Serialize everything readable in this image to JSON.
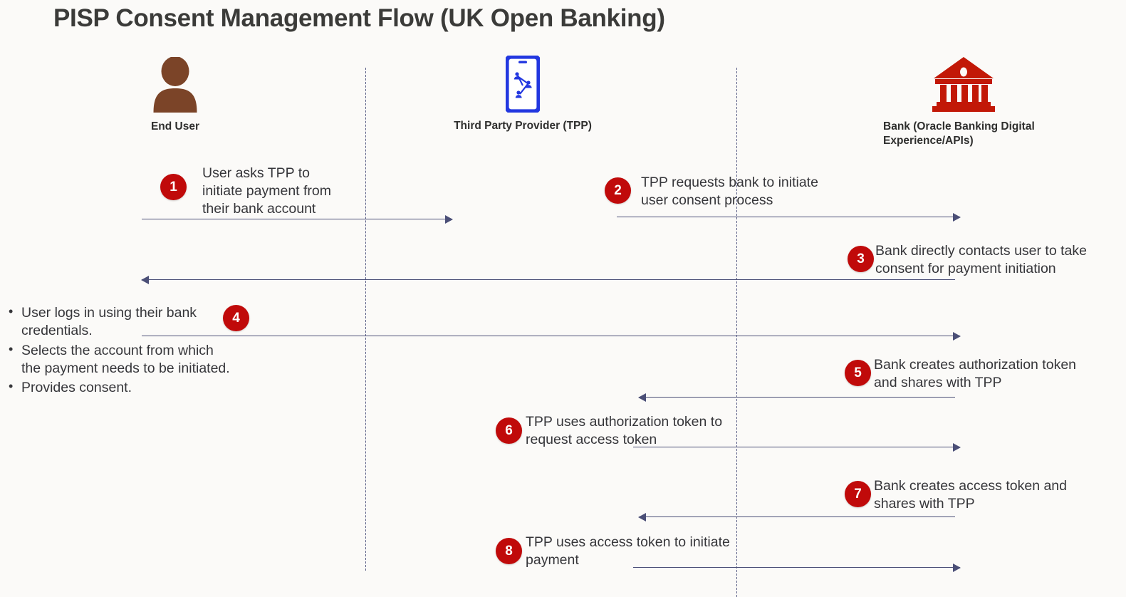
{
  "diagram": {
    "title": "PISP Consent Management Flow (UK Open Banking)",
    "type": "sequence-diagram",
    "colors": {
      "background": "#FBFAF8",
      "badge": "#C00A0A",
      "badge_text": "#FFFFFF",
      "arrow": "#4B4F77",
      "lifeline": "#5A5E86",
      "user_icon": "#7B4428",
      "tpp_icon": "#2237E0",
      "bank_icon": "#C21807",
      "text": "#36363A",
      "title_text": "#3B3B39"
    },
    "actors": [
      {
        "id": "end-user",
        "label": "End User",
        "icon": "user-icon"
      },
      {
        "id": "tpp",
        "label": "Third Party\nProvider (TPP)",
        "icon": "mobile-network-icon"
      },
      {
        "id": "bank",
        "label": "Bank (Oracle Banking Digital\nExperience/APIs)",
        "icon": "bank-icon"
      }
    ],
    "steps": [
      {
        "number": "1",
        "text": "User asks TPP to\ninitiate payment from\ntheir bank account",
        "from": "end-user",
        "to": "tpp",
        "direction": "right"
      },
      {
        "number": "2",
        "text": "TPP requests bank to initiate\nuser consent process",
        "from": "tpp",
        "to": "bank",
        "direction": "right"
      },
      {
        "number": "3",
        "text": "Bank directly contacts user to take\nconsent for payment initiation",
        "from": "bank",
        "to": "end-user",
        "direction": "left"
      },
      {
        "number": "4",
        "text": "",
        "from": "end-user",
        "to": "bank",
        "direction": "right",
        "bullets": [
          "User logs in using their bank\ncredentials.",
          "Selects the account from which\nthe payment needs to be initiated.",
          "Provides consent."
        ]
      },
      {
        "number": "5",
        "text": "Bank creates authorization token\nand shares with TPP",
        "from": "bank",
        "to": "tpp",
        "direction": "left"
      },
      {
        "number": "6",
        "text": "TPP uses authorization token to\nrequest access token",
        "from": "tpp",
        "to": "bank",
        "direction": "right"
      },
      {
        "number": "7",
        "text": "Bank creates access token and\nshares with TPP",
        "from": "bank",
        "to": "tpp",
        "direction": "left"
      },
      {
        "number": "8",
        "text": "TPP uses access token to initiate\npayment",
        "from": "tpp",
        "to": "bank",
        "direction": "right"
      }
    ]
  }
}
